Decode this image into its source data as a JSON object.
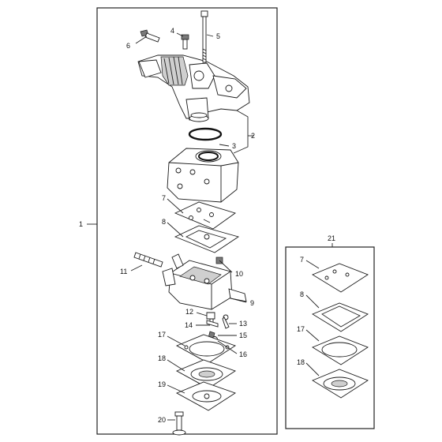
{
  "diagram": {
    "labels": {
      "l1": "1",
      "l2": "2",
      "l3": "3",
      "l4": "4",
      "l5": "5",
      "l6": "6",
      "l7": "7",
      "l8": "8",
      "l9": "9",
      "l10": "10",
      "l11": "11",
      "l12": "12",
      "l13": "13",
      "l14": "14",
      "l15": "15",
      "l16": "16",
      "l17": "17",
      "l18": "18",
      "l19": "19",
      "l20": "20",
      "l21": "21",
      "kit7": "7",
      "kit8": "8",
      "kit17": "17",
      "kit18": "18"
    }
  }
}
